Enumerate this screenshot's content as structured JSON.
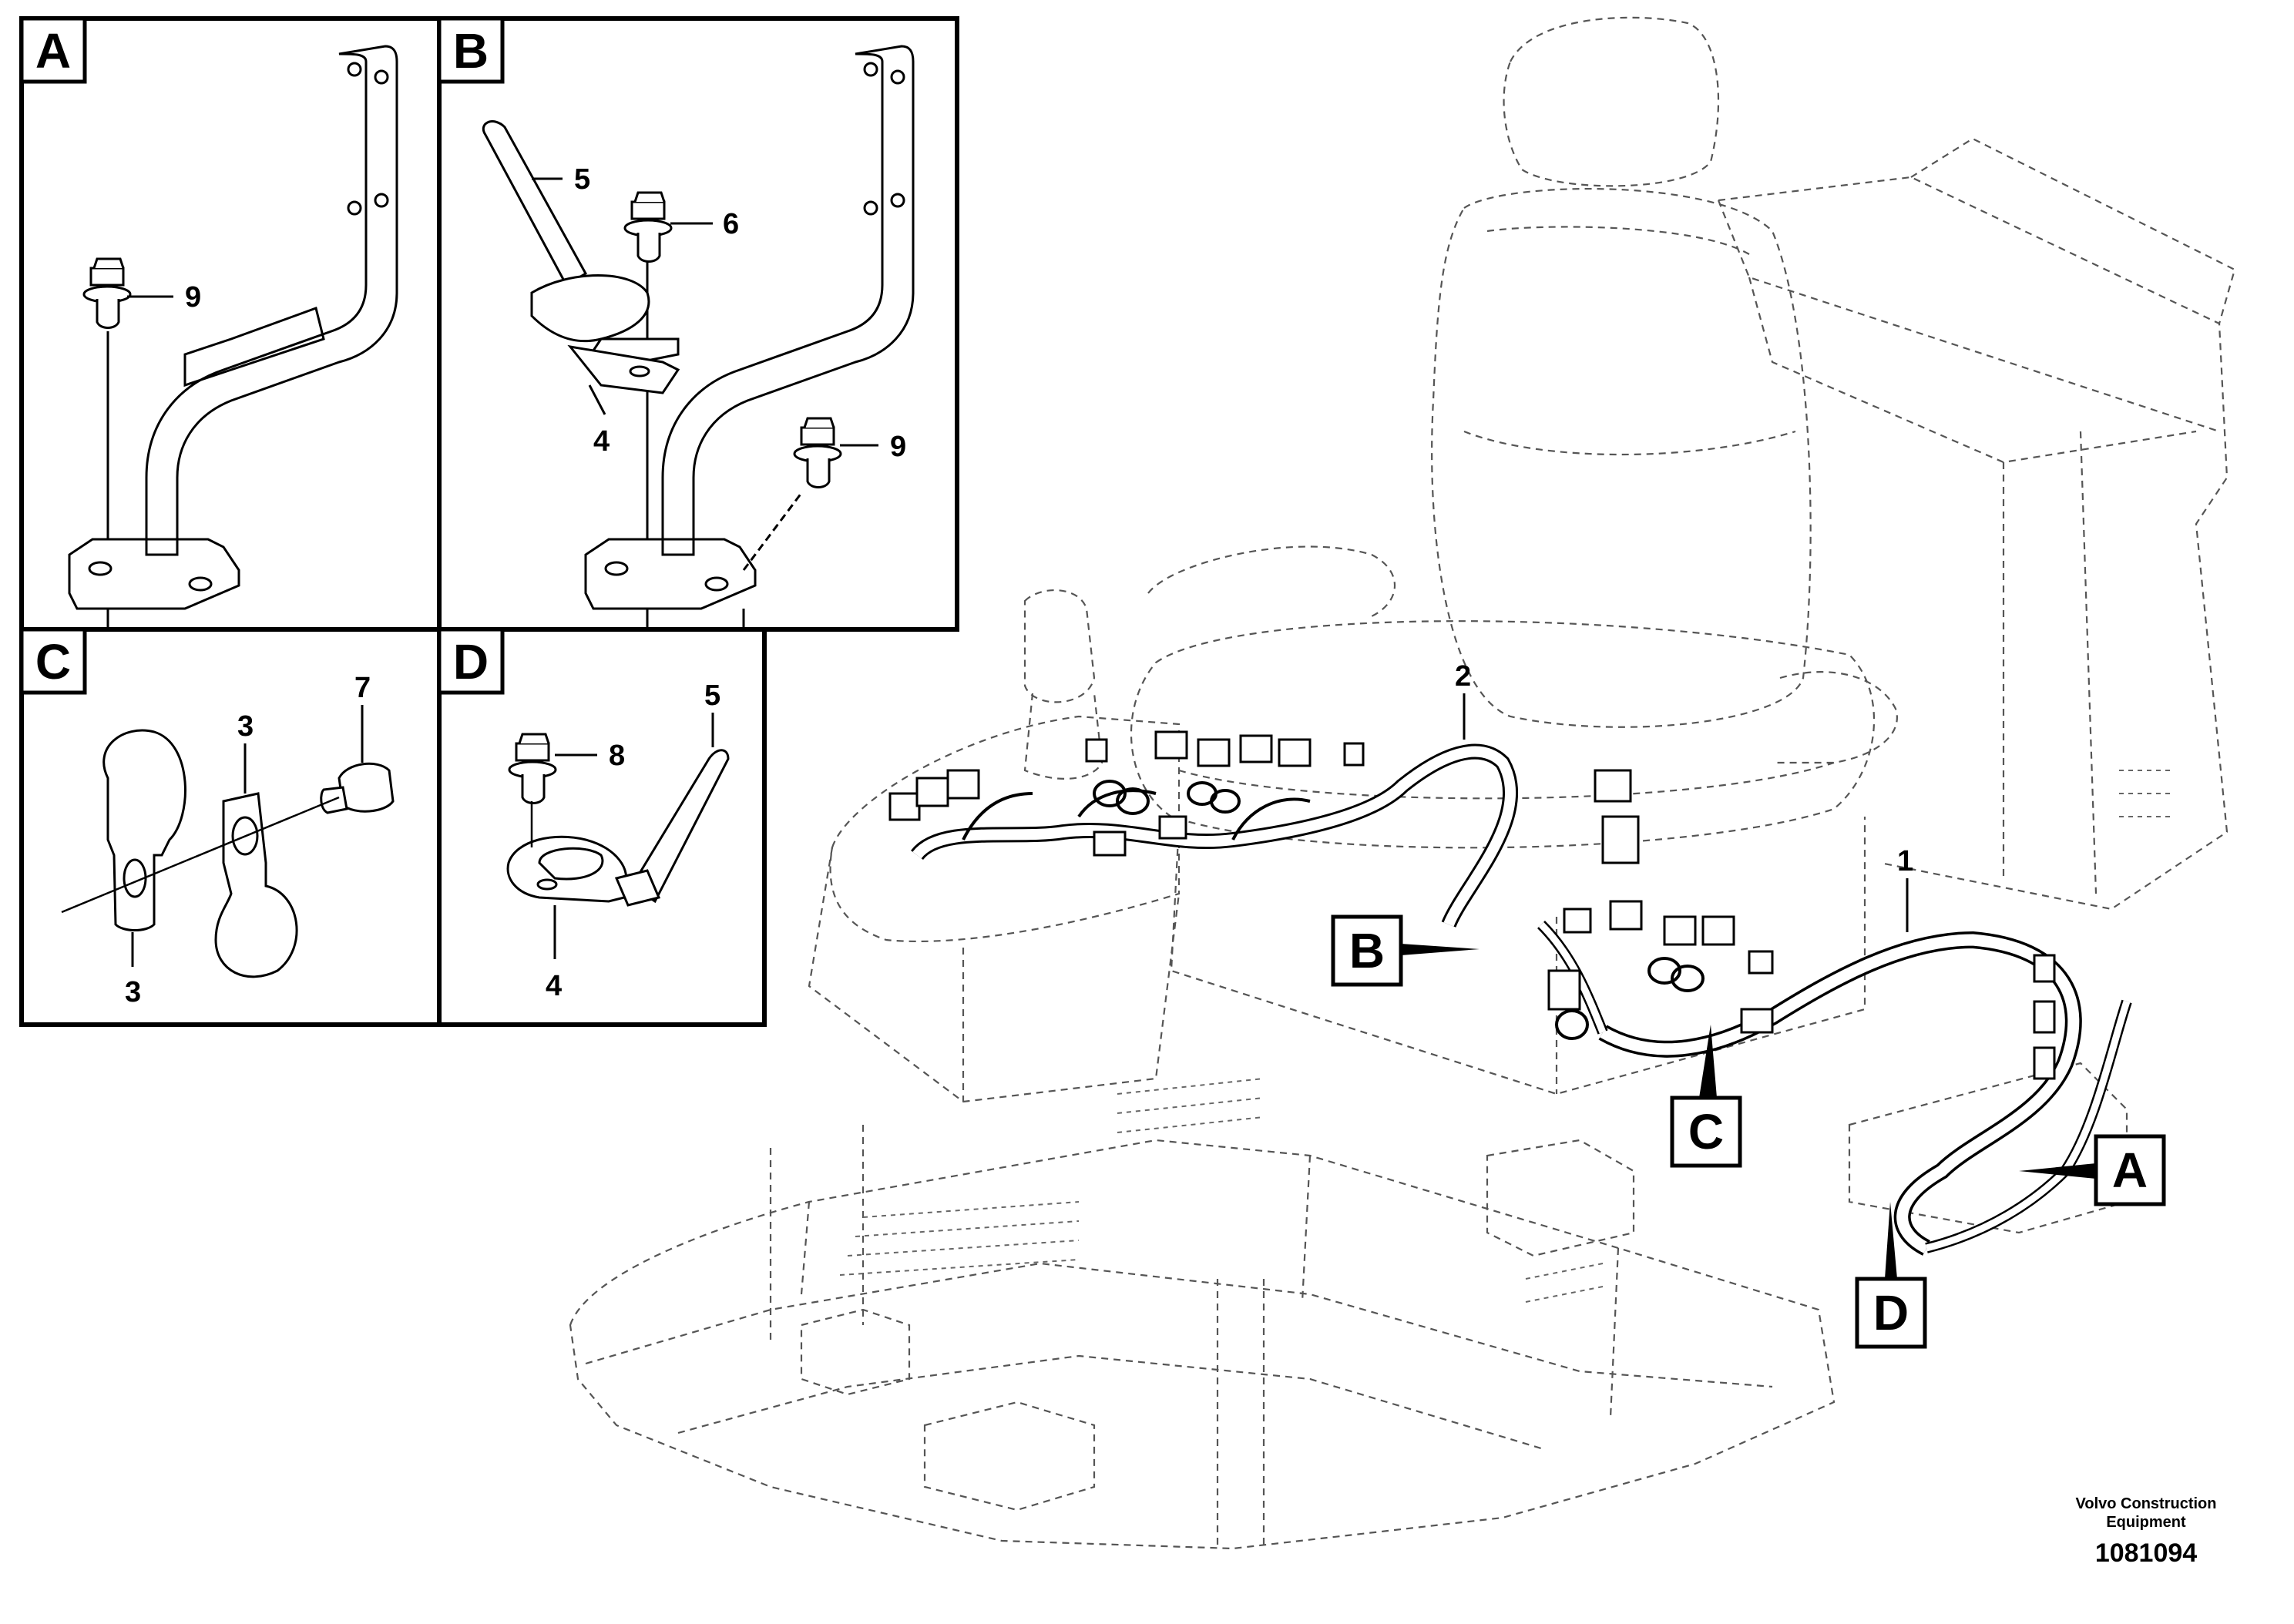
{
  "panels": {
    "A": {
      "label": "A",
      "callouts": [
        "9"
      ]
    },
    "B": {
      "label": "B",
      "callouts": [
        "5",
        "6",
        "4",
        "9"
      ]
    },
    "C": {
      "label": "C",
      "callouts": [
        "7",
        "3",
        "3"
      ]
    },
    "D": {
      "label": "D",
      "callouts": [
        "8",
        "5",
        "4"
      ]
    }
  },
  "main": {
    "callouts": [
      "2",
      "1"
    ],
    "flags": [
      "B",
      "C",
      "A",
      "D"
    ]
  },
  "footer": {
    "company_line1": "Volvo Construction",
    "company_line2": "Equipment",
    "part_number": "1081094"
  }
}
